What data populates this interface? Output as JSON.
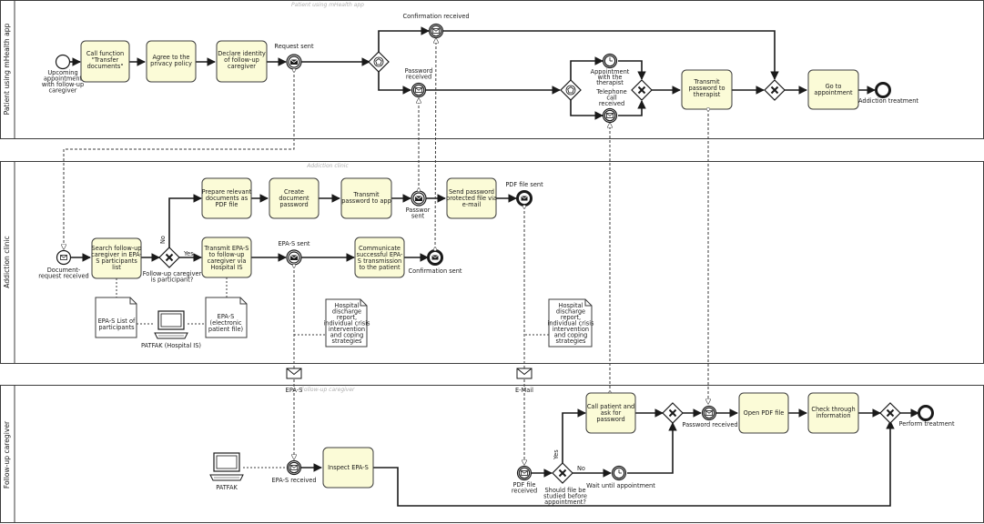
{
  "lanes": {
    "patient": {
      "label": "Patient using mHealth app",
      "ghost": "Patient using mHealth app"
    },
    "clinic": {
      "label": "Addiction clinic",
      "ghost": "Addiction clinic"
    },
    "caregiver": {
      "label": "Follow-up caregiver",
      "ghost": "Follow-up caregiver"
    }
  },
  "patient": {
    "start": [
      "Upcoming",
      "appointment",
      "with follow-up",
      "caregiver"
    ],
    "t1": [
      "Call function",
      "\"Transfer",
      "documents\""
    ],
    "t2": [
      "Agree to the",
      "privacy policy"
    ],
    "t3": [
      "Declare identity",
      "of follow-up",
      "caregiver"
    ],
    "request_sent": "Request sent",
    "confirmation_received": "Confirmation received",
    "password_received": [
      "Password",
      "received"
    ],
    "appointment_therapist": [
      "Appointment",
      "with the",
      "therapist"
    ],
    "telephone_call": [
      "Telephone",
      "call",
      "received"
    ],
    "t4": [
      "Transmit",
      "password to",
      "therapist"
    ],
    "t5": [
      "Go to",
      "appointment"
    ],
    "end": "Addiction treatment"
  },
  "clinic": {
    "doc_received": [
      "Document-",
      "request received"
    ],
    "t1": [
      "Search follow-up",
      "caregiver in EPA-",
      "S participants",
      "list"
    ],
    "gw": [
      "Follow-up caregiver",
      "is participant?"
    ],
    "no": "No",
    "yes": "Yes",
    "t2": [
      "Prepare relevant",
      "documents as",
      "PDF file"
    ],
    "t3": [
      "Create",
      "document",
      "password"
    ],
    "t4": [
      "Transmit",
      "password to app"
    ],
    "password_sent": [
      "Passwor",
      "sent"
    ],
    "t5": [
      "Send password",
      "protected file via",
      "e-mail"
    ],
    "pdf_sent": "PDF file sent",
    "t6": [
      "Transmit EPA-S",
      "to follow-up",
      "caregiver via",
      "Hospital IS"
    ],
    "epa_sent": "EPA-S sent",
    "t7": [
      "Communicate",
      "successful EPA-",
      "S transmission",
      "to the patient"
    ],
    "confirmation_sent": "Confirmation sent",
    "doc_list": [
      "EPA-S List of",
      "participants"
    ],
    "doc_epa": [
      "EPA-S",
      "(electronic",
      "patient file)"
    ],
    "patfak": "PATFAK (Hospital IS)",
    "doc_report1": [
      "Hospital",
      "discharge",
      "report,",
      "individual crisis",
      "intervention",
      "and coping",
      "strategies"
    ],
    "doc_report2": [
      "Hospital",
      "discharge",
      "report,",
      "individual crisis",
      "intervention",
      "and coping",
      "strategies"
    ]
  },
  "messages": {
    "epa": "EPA-S",
    "email": "E-Mail"
  },
  "caregiver": {
    "patfak": "PATFAK",
    "epa_received": "EPA-S received",
    "t1": [
      "Inspect EPA-S"
    ],
    "pdf_received": [
      "PDF file",
      "received"
    ],
    "gw": [
      "Should file be",
      "studied before",
      "appointment?"
    ],
    "yes": "Yes",
    "no": "No",
    "t2": [
      "Call patient and",
      "ask for",
      "password"
    ],
    "wait": "Wait until appointment",
    "password_received": "Password received",
    "t3": [
      "Open PDF file"
    ],
    "t4": [
      "Check through",
      "information"
    ],
    "end": "Perform treatment"
  },
  "colors": {
    "task_fill": "#fbfbd7",
    "line": "#1a1a1a"
  }
}
